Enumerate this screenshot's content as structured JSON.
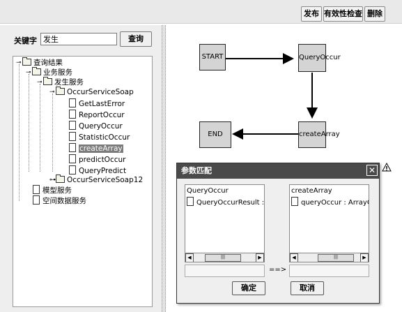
{
  "toolbar": {
    "publish": "发布",
    "validate": "有效性检查",
    "delete": "删除"
  },
  "search": {
    "label": "关键字",
    "value": "发生",
    "button": "查询"
  },
  "tree": {
    "root": "查询结果",
    "business": "业务服务",
    "occur_service": "发生服务",
    "soap": "OccurServiceSoap",
    "methods": [
      "GetLastError",
      "ReportOccur",
      "QueryOccur",
      "StatisticOccur",
      "createArray",
      "predictOccur",
      "QueryPredict"
    ],
    "soap12": "OccurServiceSoap12",
    "model": "模型服务",
    "spatial": "空间数据服务"
  },
  "flow": {
    "start": "START",
    "query": "QueryOccur",
    "create": "createArray",
    "end": "END"
  },
  "dialog": {
    "title": "参数匹配",
    "close": "✕",
    "left_title": "QueryOccur",
    "left_item": "QueryOccurResult : ArrayO",
    "right_title": "createArray",
    "right_item": "queryOccur : ArrayOfOccur",
    "arrow": "==>",
    "ok": "确定",
    "cancel": "取消",
    "scroll_thumb": "|||"
  },
  "icons": {
    "warning": "warning-icon"
  }
}
